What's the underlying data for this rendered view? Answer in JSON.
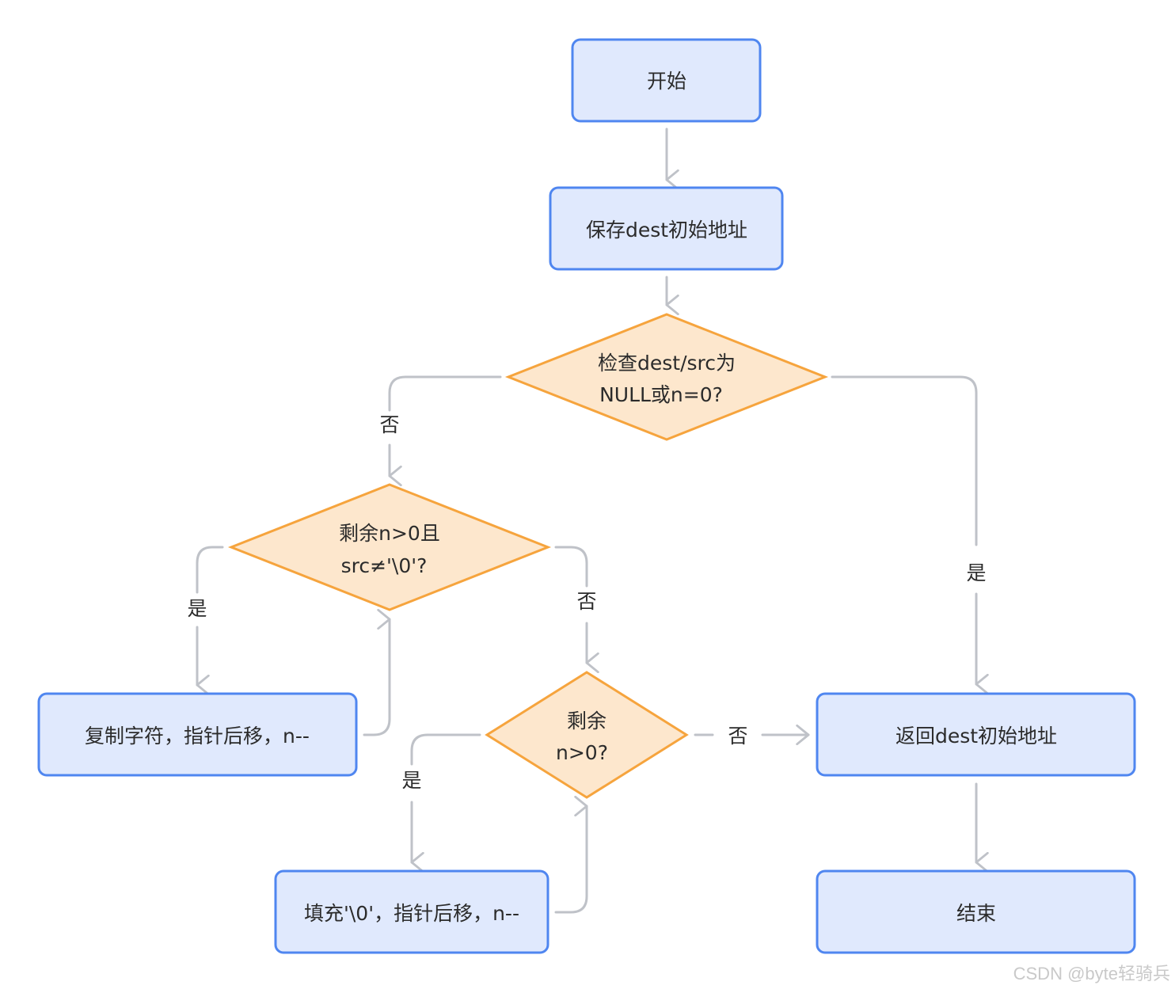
{
  "nodes": {
    "start": "开始",
    "save": "保存dest初始地址",
    "check_null_line1": "检查dest/src为",
    "check_null_line2": "NULL或n=0?",
    "copy_cond_line1": "剩余n>0且",
    "copy_cond_line2": "src≠'\\0'?",
    "copy_step": "复制字符，指针后移，n--",
    "fill_cond_line1": "剩余",
    "fill_cond_line2": "n>0?",
    "fill_step": "填充'\\0'，指针后移，n--",
    "return": "返回dest初始地址",
    "end": "结束"
  },
  "edge_labels": {
    "check_no": "否",
    "check_yes": "是",
    "copy_yes": "是",
    "copy_no": "否",
    "fill_yes": "是",
    "fill_no": "否"
  },
  "colors": {
    "process_fill": "#e0e9fd",
    "process_stroke": "#4f86f0",
    "decision_fill": "#fde7cd",
    "decision_stroke": "#f6a43d",
    "edge": "#bfc2c8"
  },
  "watermark": "CSDN @byte轻骑兵"
}
